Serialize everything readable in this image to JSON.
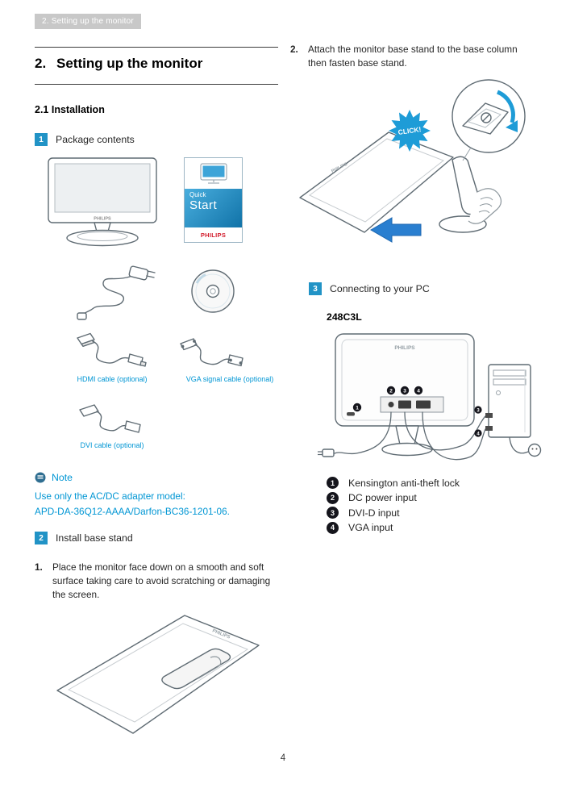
{
  "page": {
    "header_badge": "2. Setting up the monitor",
    "page_number": "4",
    "brand": "PHILIPS"
  },
  "left": {
    "title_num": "2.",
    "title_text": "Setting up the monitor",
    "installation_heading": "2.1 Installation",
    "step1": {
      "num": "1",
      "label": "Package contents"
    },
    "quickstart": {
      "quick": "Quick",
      "start": "Start",
      "brand": "PHILIPS"
    },
    "cable_labels": {
      "hdmi": "HDMI cable (optional)",
      "vga": "VGA signal cable (optional)",
      "dvi": "DVI cable (optional)"
    },
    "note": {
      "title": "Note",
      "line1": "Use only the AC/DC adapter model:",
      "line2": "APD-DA-36Q12-AAAA/Darfon-BC36-1201-06."
    },
    "step2": {
      "num": "2",
      "label": "Install base stand"
    },
    "instr1": {
      "num": "1.",
      "text": "Place the monitor face down on a smooth and soft surface taking care to avoid scratching or damaging the screen."
    }
  },
  "right": {
    "instr2": {
      "num": "2.",
      "text": "Attach the monitor base stand to the base column then fasten base stand."
    },
    "click_label": "CLICK!",
    "step3": {
      "num": "3",
      "label": "Connecting to your PC"
    },
    "model": "248C3L",
    "connections": [
      {
        "num": "1",
        "label": "Kensington anti-theft lock"
      },
      {
        "num": "2",
        "label": "DC power input"
      },
      {
        "num": "3",
        "label": "DVI-D input"
      },
      {
        "num": "4",
        "label": "VGA input"
      }
    ]
  },
  "colors": {
    "accent_blue": "#1e9cd7",
    "link_blue": "#0096d4",
    "badge_blue": "#2193c6",
    "header_gray": "#c8c8c8",
    "marker_black": "#15151c",
    "philips_red": "#d21c2c"
  }
}
